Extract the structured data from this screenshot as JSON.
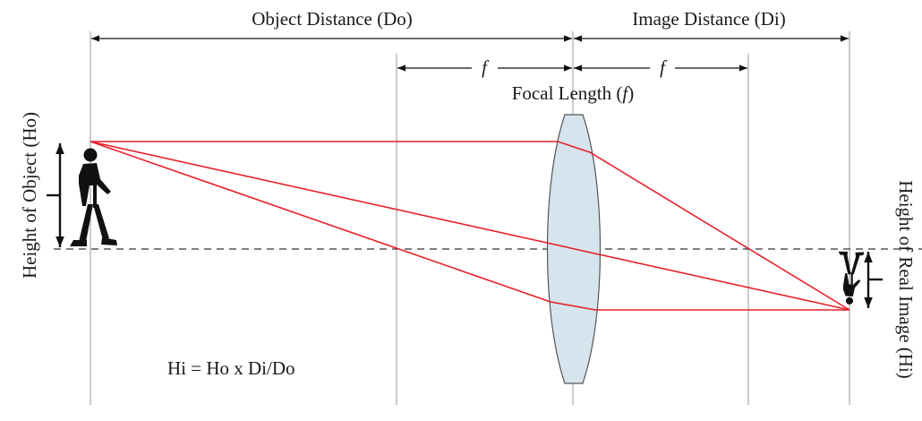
{
  "labels": {
    "object_distance": "Object Distance (Do)",
    "image_distance": "Image Distance (Di)",
    "focal_symbol": "f",
    "focal_length_prefix": "Focal Length (",
    "focal_length_suffix": ")",
    "height_of_object": "Height of Object (Ho)",
    "height_of_real_image": "Height of Real Image (Hi)",
    "formula": "Hi = Ho x Di/Do"
  },
  "colors": {
    "ray": "#e8202a",
    "lens_fill": "#d6e4ee",
    "lens_stroke": "#555555",
    "guide_line": "#9a9a9a",
    "dimension_line": "#1a1a1a",
    "axis_dash": "#333333",
    "figure": "#111111"
  },
  "icons": {
    "object_figure": "walking-person-icon",
    "image_figure": "inverted-walking-person-icon"
  }
}
